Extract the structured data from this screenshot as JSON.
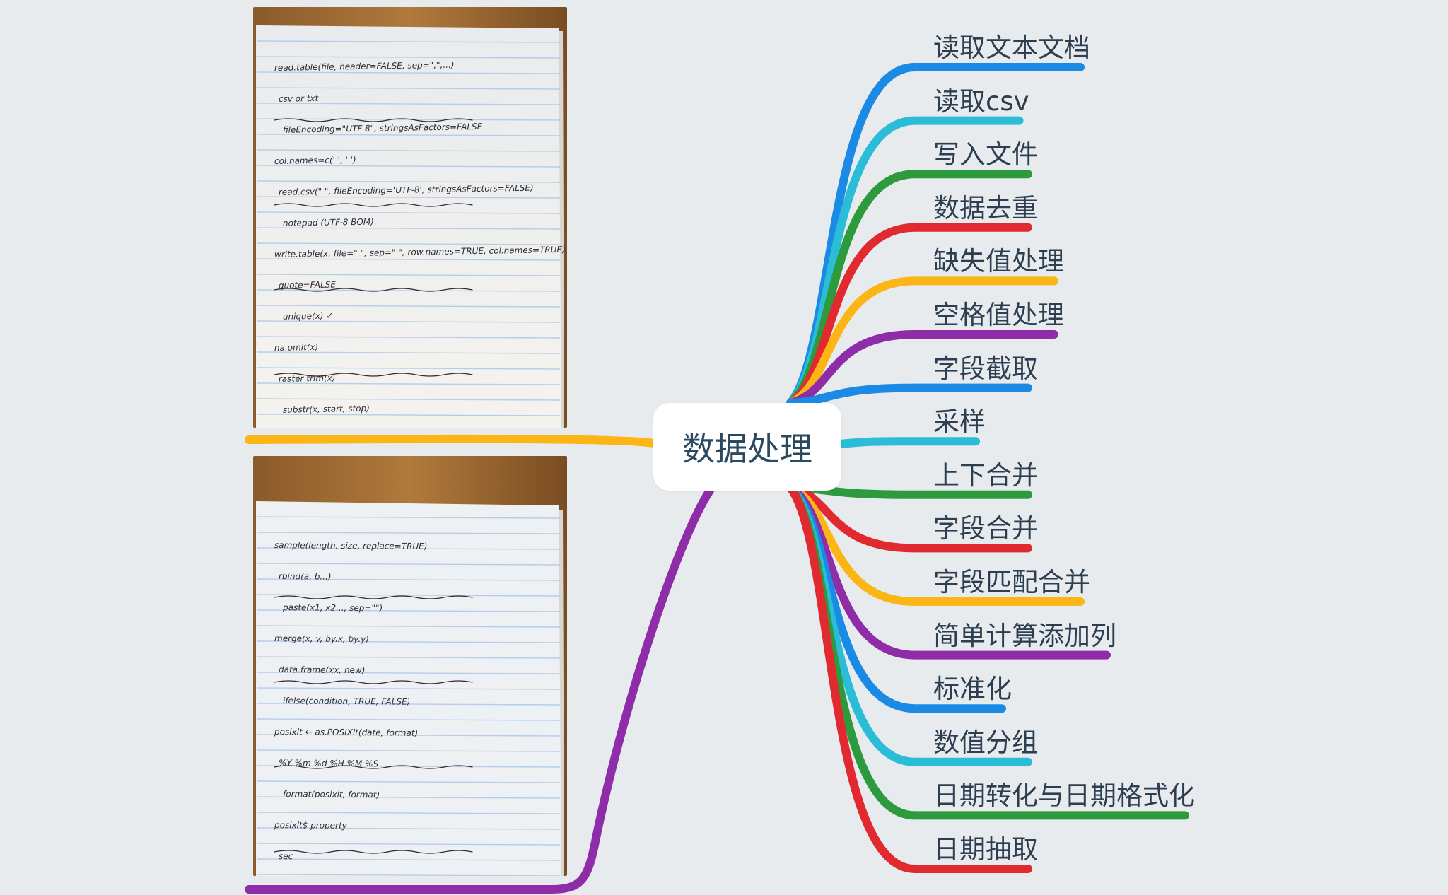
{
  "central": {
    "label": "数据处理"
  },
  "branches": [
    {
      "label": "读取文本文档",
      "color": "#1a8ae5"
    },
    {
      "label": "读取csv",
      "color": "#2bbcd8"
    },
    {
      "label": "写入文件",
      "color": "#2e9a3e"
    },
    {
      "label": "数据去重",
      "color": "#e02a2f"
    },
    {
      "label": "缺失值处理",
      "color": "#fbb615"
    },
    {
      "label": "空格值处理",
      "color": "#8f2ca8"
    },
    {
      "label": "字段截取",
      "color": "#1a8ae5"
    },
    {
      "label": "采样",
      "color": "#2bbcd8"
    },
    {
      "label": "上下合并",
      "color": "#2e9a3e"
    },
    {
      "label": "字段合并",
      "color": "#e02a2f"
    },
    {
      "label": "字段匹配合并",
      "color": "#fbb615"
    },
    {
      "label": "简单计算添加列",
      "color": "#8f2ca8"
    },
    {
      "label": "标准化",
      "color": "#1a8ae5"
    },
    {
      "label": "数值分组",
      "color": "#2bbcd8"
    },
    {
      "label": "日期转化与日期格式化",
      "color": "#2e9a3e"
    },
    {
      "label": "日期抽取",
      "color": "#e02a2f"
    }
  ],
  "left_branches": [
    {
      "color": "#fbb615",
      "image": "handwritten-notes-page-1"
    },
    {
      "color": "#8f2ca8",
      "image": "handwritten-notes-page-2"
    }
  ],
  "notes_page_1": {
    "lines": [
      "read.table(file, header=FALSE, sep=\",\",...)",
      "csv or txt",
      "fileEncoding=\"UTF-8\", stringsAsFactors=FALSE",
      "col.names=c(' ', ' ')",
      "read.csv(\" \", fileEncoding='UTF-8', stringsAsFactors=FALSE)",
      "notepad (UTF-8 BOM)",
      "write.table(x, file=\" \", sep=\" \", row.names=TRUE, col.names=TRUE)",
      "quote=FALSE",
      "unique(x) ✓",
      "na.omit(x)",
      "raster trim(x)",
      "substr(x, start, stop)"
    ]
  },
  "notes_page_2": {
    "lines": [
      "sample(length, size, replace=TRUE)",
      "rbind(a, b...)",
      "paste(x1, x2..., sep=\"\")",
      "merge(x, y, by.x, by.y)",
      "data.frame(xx, new)",
      "ifelse(condition, TRUE, FALSE)",
      "posixlt ← as.POSIXlt(date, format)",
      "%Y %m %d %H %M %S",
      "format(posixlt, format)",
      "posixlt$ property",
      "sec"
    ]
  }
}
